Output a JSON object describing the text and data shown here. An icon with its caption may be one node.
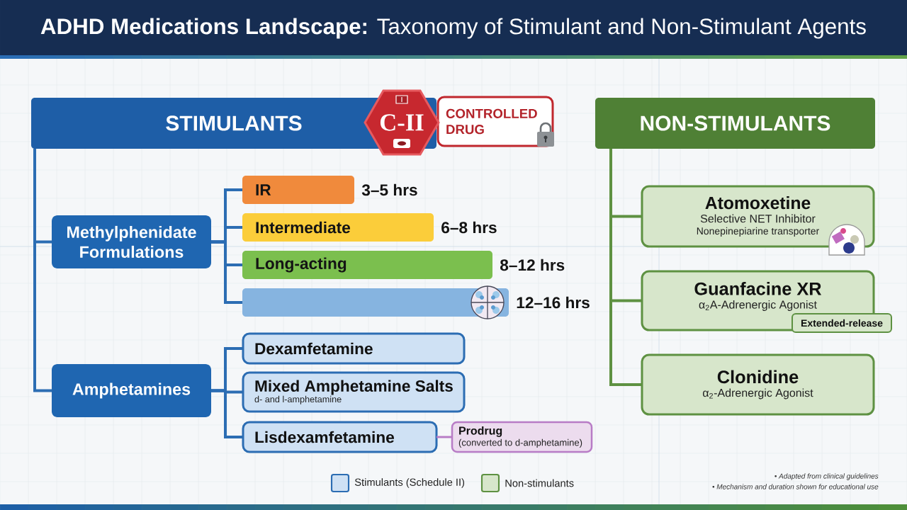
{
  "diagram": {
    "title": "**ADHD Medications Landscape:** Taxonomy of Stimulant and Non-Stimulant Agents",
    "nodes": [
      {
        "text": [
          "STIMULANTS"
        ]
      },
      {
        "text": [
          "C-II"
        ]
      },
      {
        "text": [
          "CONTROLLED DRUG"
        ]
      },
      {
        "text": [
          "Methylphenidate Formulations"
        ]
      },
      {
        "text": [
          "IR"
        ],
        "beside": [
          "3–5 hrs"
        ]
      },
      {
        "text": [
          "Intermediate"
        ],
        "beside": [
          "6–8 hrs"
        ]
      },
      {
        "text": [
          "Long-acting"
        ],
        "beside": [
          "8–12 hrs"
        ]
      },
      {
        "text": [],
        "shape": "bar",
        "beside": [
          "12–16 hrs"
        ]
      },
      {
        "text": [
          "Amphetamines"
        ]
      },
      {
        "text": [
          "Dexamfetamine"
        ]
      },
      {
        "text": [
          "Mixed Amphetamine Salts",
          "d- and l-amphetamine"
        ]
      },
      {
        "text": [
          "Lisdexamfetamine"
        ]
      },
      {
        "text": [
          "Prodrug",
          "(converted to d-amphetamine)"
        ]
      },
      {
        "text": [
          "NON-STIMULANTS"
        ]
      },
      {
        "text": [
          "Atomoxetine",
          "Selective NET Inhibitor",
          "Nonepinepiarine transporter"
        ]
      },
      {
        "text": [
          "Guanfacine XR",
          "α$_{2}$A-Adrenergic Agonist"
        ]
      },
      {
        "text": [
          "Extended-release"
        ]
      },
      {
        "text": [
          "Clonidine",
          "α$_{2}$-Adrenergic Agonist"
        ]
      }
    ],
    "edges": [
      {
        "from": 0,
        "to": 3,
        "arrow": "none"
      },
      {
        "from": 0,
        "to": 8,
        "arrow": "none"
      },
      {
        "from": 3,
        "to": 4,
        "arrow": "none"
      },
      {
        "from": 3,
        "to": 5,
        "arrow": "none"
      },
      {
        "from": 3,
        "to": 6,
        "arrow": "none"
      },
      {
        "from": 3,
        "to": 7,
        "arrow": "none"
      },
      {
        "from": 8,
        "to": 9,
        "arrow": "none"
      },
      {
        "from": 8,
        "to": 10,
        "arrow": "none"
      },
      {
        "from": 8,
        "to": 11,
        "arrow": "none"
      },
      {
        "from": 11,
        "to": 12,
        "arrow": "none",
        "color": "#b87cc6"
      },
      {
        "from": 13,
        "to": 14,
        "arrow": "none",
        "color": "#5e9142"
      },
      {
        "from": 13,
        "to": 15,
        "arrow": "none",
        "color": "#5e9142"
      },
      {
        "from": 13,
        "to": 17,
        "arrow": "none",
        "color": "#5e9142"
      }
    ],
    "labels": [
      "• Adapted from clinical guidelines",
      "• Mechanism and duration shown for educational use"
    ],
    "legend": [
      {
        "text": "Stimulants (Schedule II)",
        "color": "#cfe1f4"
      },
      {
        "text": "Non-stimulants",
        "color": "#d7e6cb"
      }
    ]
  }
}
